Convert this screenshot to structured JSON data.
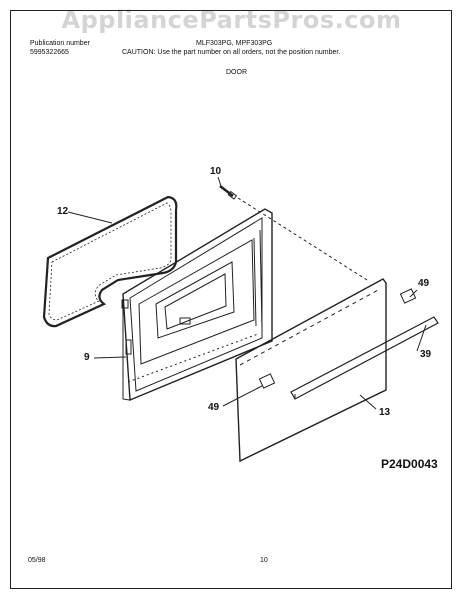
{
  "watermark": "AppliancePartsPros.com",
  "header": {
    "publication_label": "Publication number",
    "publication_number": "5995322665",
    "models": "MLF303PG, MPF303PG",
    "caution": "CAUTION:  Use the part number on all orders, not the position number.",
    "section_title": "DOOR"
  },
  "callouts": {
    "gasket": "12",
    "screw": "10",
    "inner_door": "9",
    "bracket_top": "49",
    "handle": "39",
    "bracket_bottom": "49",
    "outer_panel": "13"
  },
  "diagram_code": "P24D0043",
  "footer": {
    "date": "05/98",
    "page_number": "10"
  }
}
